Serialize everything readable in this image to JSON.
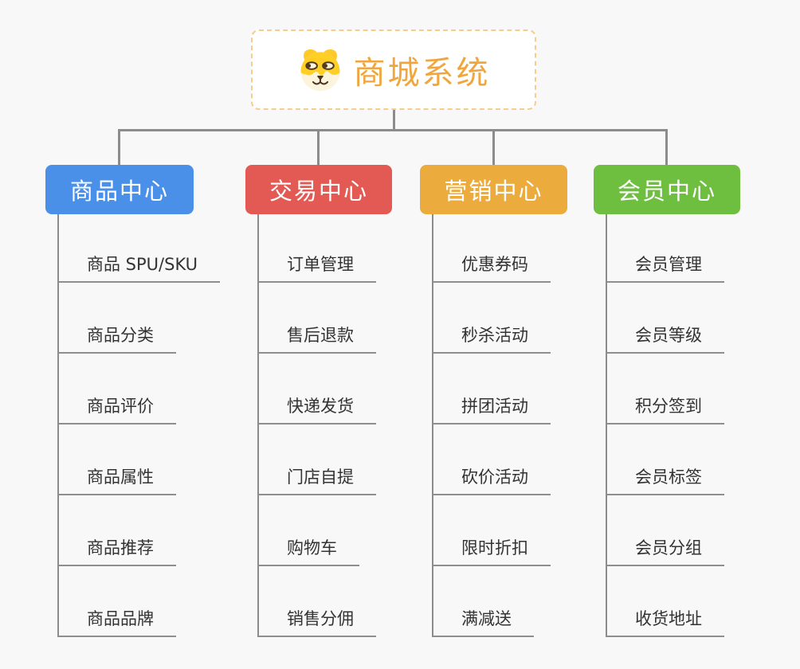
{
  "colors": {
    "bg": "#F8F8F8",
    "connector": "#8C8C8C",
    "underline": "#8E8E8E",
    "item-text": "#333333",
    "accent": "#F0A63C",
    "root-border": "#F5CE8E",
    "root-bg": "#FFFFFF"
  },
  "root": {
    "title": "商城系统",
    "icon": "dog-face-icon"
  },
  "branches": [
    {
      "id": "product-center",
      "label": "商品中心",
      "color": "#4A90E8",
      "items": [
        "商品 SPU/SKU",
        "商品分类",
        "商品评价",
        "商品属性",
        "商品推荐",
        "商品品牌"
      ]
    },
    {
      "id": "trade-center",
      "label": "交易中心",
      "color": "#E25A53",
      "items": [
        "订单管理",
        "售后退款",
        "快递发货",
        "门店自提",
        "购物车",
        "销售分佣"
      ]
    },
    {
      "id": "marketing-center",
      "label": "营销中心",
      "color": "#ECAC3D",
      "items": [
        "优惠券码",
        "秒杀活动",
        "拼团活动",
        "砍价活动",
        "限时折扣",
        "满减送"
      ]
    },
    {
      "id": "member-center",
      "label": "会员中心",
      "color": "#6EBE40",
      "items": [
        "会员管理",
        "会员等级",
        "积分签到",
        "会员标签",
        "会员分组",
        "收货地址"
      ]
    }
  ]
}
